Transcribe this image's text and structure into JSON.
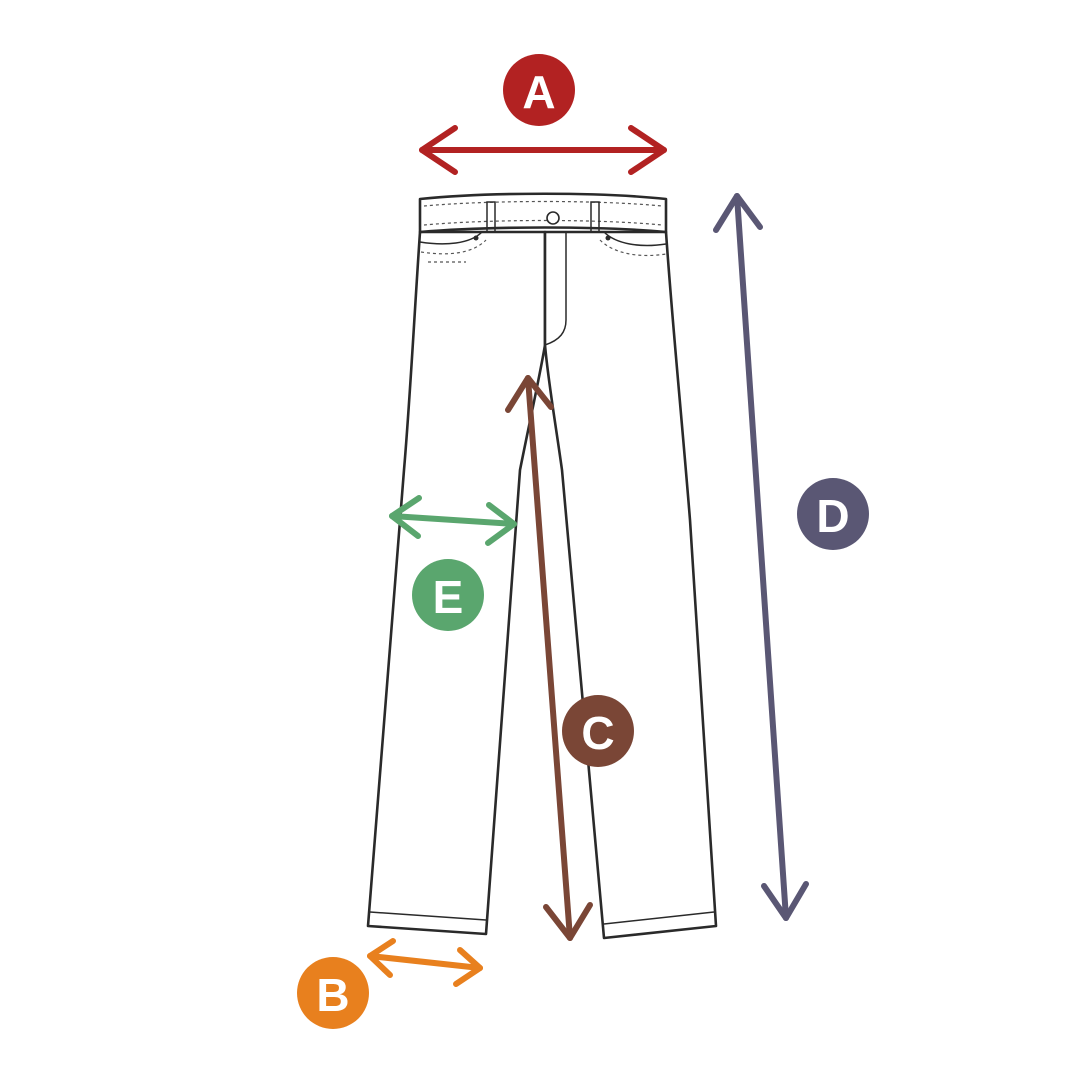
{
  "measurements": [
    {
      "letter": "A",
      "color": "#b22222"
    },
    {
      "letter": "B",
      "color": "#e8801e"
    },
    {
      "letter": "C",
      "color": "#7a4636"
    },
    {
      "letter": "D",
      "color": "#5a5774"
    },
    {
      "letter": "E",
      "color": "#5aa66e"
    }
  ],
  "icons": {
    "garment": "jeans-outline-icon"
  }
}
